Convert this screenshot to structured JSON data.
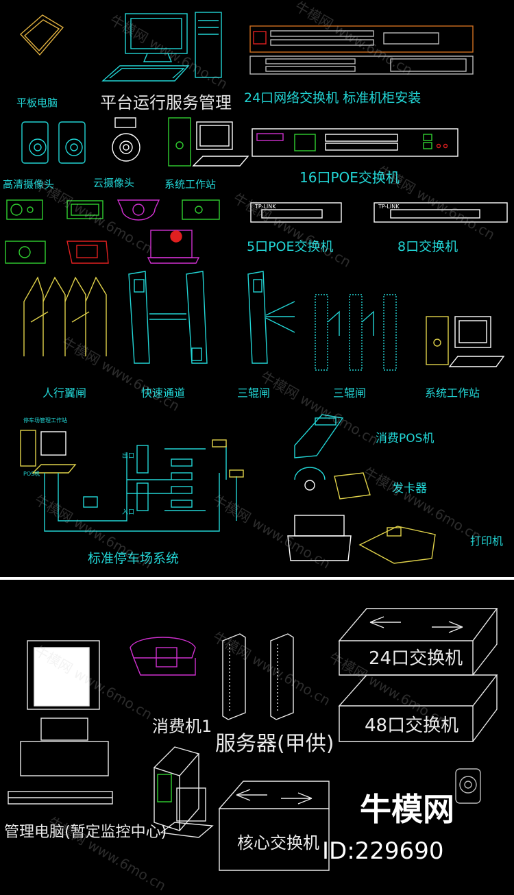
{
  "colors": {
    "cyan": "#22d6d6",
    "white": "#eaeaea",
    "yellow": "#e0d24a",
    "magenta": "#d030d0",
    "green": "#30d030",
    "red": "#e02020"
  },
  "top_panel": {
    "labels": {
      "tablet": "平板电脑",
      "platform_service": "平台运行服务管理",
      "switch24_rack": "24口网络交换机 标准机柜安装",
      "hd_camera": "高清摄像头",
      "ptz_camera": "云摄像头",
      "workstation1": "系统工作站",
      "poe16": "16口POE交换机",
      "poe5": "5口POE交换机",
      "switch8": "8口交换机",
      "wing_gate": "人行翼闸",
      "speed_gate": "快速通道",
      "tripod1": "三辊闸",
      "tripod2": "三辊闸",
      "workstation2": "系统工作站",
      "pos": "消费POS机",
      "card_issuer": "发卡器",
      "printer": "打印机",
      "parking": "标准停车场系统",
      "parking_workstation": "停车场管理工作站",
      "pos_machine": "POS机",
      "entry": "出口",
      "exit": "入口"
    },
    "device_texts": {
      "tplink_a": "TP-LINK",
      "tplink_b": "TP-LINK"
    }
  },
  "bottom_panel": {
    "labels": {
      "consumer_machine": "消费机1",
      "server": "服务器(甲供)",
      "switch24": "24口交换机",
      "switch48": "48口交换机",
      "mgmt_pc": "管理电脑(暂定监控中心)",
      "core_switch": "核心交换机"
    }
  },
  "branding": {
    "name": "牛模网",
    "id": "ID:229690"
  },
  "watermarks": [
    "牛模网 www.6mo.cn"
  ]
}
